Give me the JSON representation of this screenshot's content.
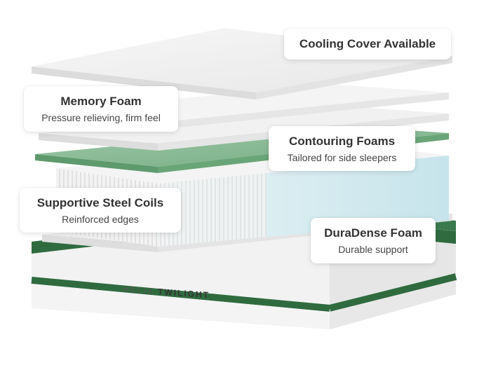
{
  "brand": {
    "part1": "HELIX",
    "part2": "TWILIGHT"
  },
  "callouts": {
    "cooling": {
      "title": "Cooling Cover Available",
      "subtitle": ""
    },
    "memory": {
      "title": "Memory Foam",
      "subtitle": "Pressure relieving, firm feel"
    },
    "contouring": {
      "title": "Contouring Foams",
      "subtitle": "Tailored for side sleepers"
    },
    "coils": {
      "title": "Supportive Steel Coils",
      "subtitle": "Reinforced edges"
    },
    "duradense": {
      "title": "DuraDense Foam",
      "subtitle": "Durable support"
    }
  },
  "colors": {
    "green_layer": "#7fb58f",
    "green_border": "#2f6b3f",
    "coil_blue": "#cfe8ee",
    "foam_white": "#f3f3f3"
  }
}
